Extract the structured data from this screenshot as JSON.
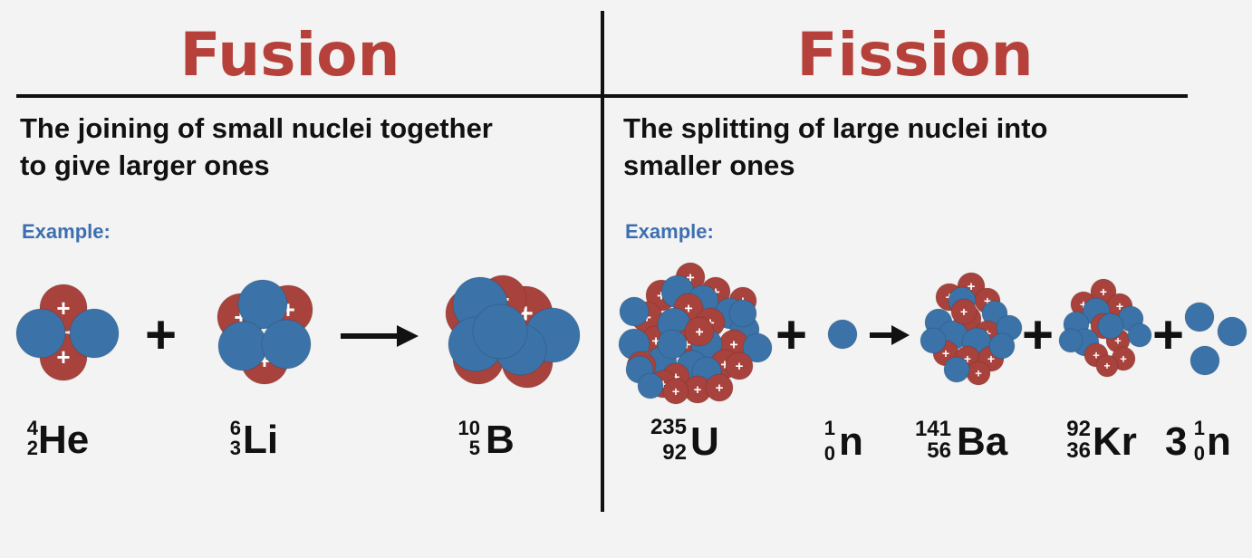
{
  "colors": {
    "title": "#b5413a",
    "example": "#3d6fb0",
    "proton": "#a8423c",
    "neutron": "#3b72a7",
    "text": "#111111"
  },
  "fusion": {
    "title": "Fusion",
    "description_line1": "The joining of small nuclei together",
    "description_line2": "to give larger ones",
    "example_label": "Example:",
    "plus": "+",
    "arrow": "arrow-right-icon",
    "isotopes": [
      {
        "mass": "4",
        "atomic": "2",
        "symbol": "He"
      },
      {
        "mass": "6",
        "atomic": "3",
        "symbol": "Li"
      },
      {
        "mass": "10",
        "atomic": "5",
        "symbol": "B"
      }
    ]
  },
  "fission": {
    "title": "Fission",
    "description_line1": "The splitting of large nuclei into",
    "description_line2": "smaller ones",
    "example_label": "Example:",
    "plus": "+",
    "arrow": "arrow-right-icon",
    "isotopes": [
      {
        "mass": "235",
        "atomic": "92",
        "symbol": "U"
      },
      {
        "mass": "1",
        "atomic": "0",
        "symbol": "n"
      },
      {
        "mass": "141",
        "atomic": "56",
        "symbol": "Ba"
      },
      {
        "mass": "92",
        "atomic": "36",
        "symbol": "Kr"
      },
      {
        "coefficient": "3",
        "mass": "1",
        "atomic": "0",
        "symbol": "n"
      }
    ]
  },
  "proton_sign": "+"
}
